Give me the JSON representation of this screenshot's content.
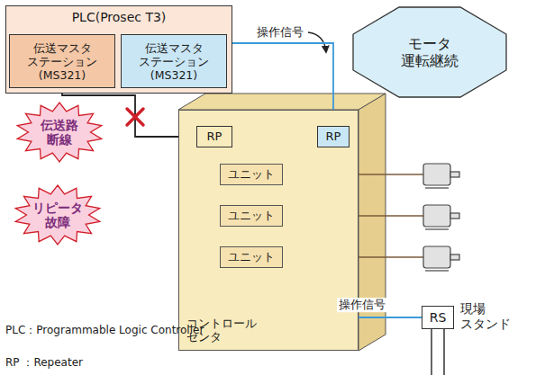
{
  "diagram": {
    "nodes": [
      {
        "text": [
          "PLC(Prosec T3)"
        ]
      },
      {
        "text": [
          "伝送マスタ ステーション",
          "(MS321)"
        ],
        "in": 0
      },
      {
        "text": [
          "伝送マスタ ステーション",
          "(MS321)"
        ],
        "in": 0
      },
      {
        "text": [
          "コントロール センタ"
        ]
      },
      {
        "text": [
          "RP"
        ],
        "in": 3
      },
      {
        "text": [
          "RP"
        ],
        "in": 3
      },
      {
        "text": [
          "ユニット"
        ],
        "in": 3
      },
      {
        "text": [
          "ユニット"
        ],
        "in": 3
      },
      {
        "text": [
          "ユニット"
        ],
        "in": 3
      },
      {
        "text": [
          "モータ 運転継続"
        ]
      },
      {
        "text": [
          "伝送路 断線"
        ]
      },
      {
        "text": [
          "リピータ 故障"
        ]
      },
      {
        "text": [
          "RS",
          "現場 スタンド"
        ]
      }
    ],
    "edges": [
      {
        "from": 1,
        "to": 4,
        "arrow": "none"
      },
      {
        "from": 2,
        "to": 5,
        "arrow": "none",
        "label": "操作信号"
      },
      {
        "from": 5,
        "to": 6,
        "arrow": "none"
      },
      {
        "from": 6,
        "to": 7,
        "arrow": "none"
      },
      {
        "from": 7,
        "to": 8,
        "arrow": "none"
      },
      {
        "from": 8,
        "to": 12,
        "arrow": "none",
        "label": "操作信号"
      }
    ],
    "labels": [
      "PLC：Programmable Logic Controller",
      "RP ：Repeater"
    ]
  }
}
